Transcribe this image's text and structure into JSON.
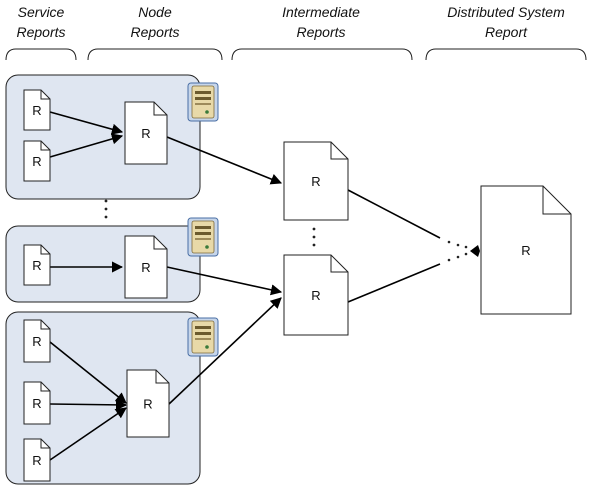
{
  "headers": {
    "service": [
      "Service",
      "Reports"
    ],
    "node": [
      "Node",
      "Reports"
    ],
    "intermediate": [
      "Intermediate",
      "Reports"
    ],
    "distributed": [
      "Distributed System",
      "Report"
    ]
  },
  "report_label": "R",
  "colors": {
    "node_box_fill": "#dfe6f1",
    "server_icon_fill": "#e8d9a8",
    "server_icon_outline": "#4a6fa5"
  },
  "icons": [
    "server-icon",
    "document-icon"
  ]
}
